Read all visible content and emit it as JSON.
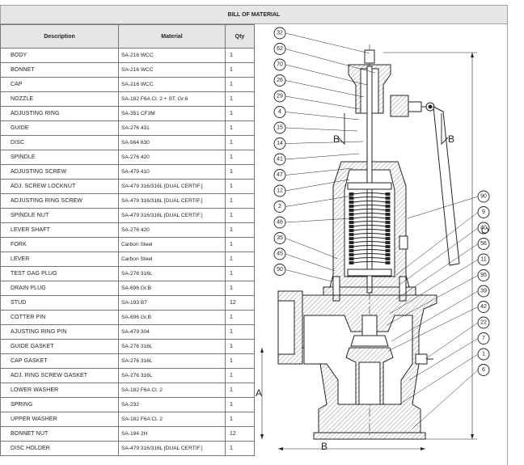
{
  "title": "BILL OF MATERIAL",
  "headers": {
    "description": "Description",
    "material": "Material",
    "qty": "Qty"
  },
  "rows": [
    {
      "description": "BODY",
      "material": "SA-216 WCC",
      "qty": "1"
    },
    {
      "description": "BONNET",
      "material": "SA-216 WCC",
      "qty": "1"
    },
    {
      "description": "CAP",
      "material": "SA-216 WCC",
      "qty": "1"
    },
    {
      "description": "NOZZLE",
      "material": "SA-182 F6A Cl. 2 + ST. Gr.6",
      "qty": "1"
    },
    {
      "description": "ADJUSTING RING",
      "material": "SA-351 CF3M",
      "qty": "1"
    },
    {
      "description": "GUIDE",
      "material": "SA-276 431",
      "qty": "1"
    },
    {
      "description": "DISC",
      "material": "SA-564 630",
      "qty": "1"
    },
    {
      "description": "SPINDLE",
      "material": "SA-276 420",
      "qty": "1"
    },
    {
      "description": "ADJUSTING SCREW",
      "material": "SA-479 410",
      "qty": "1"
    },
    {
      "description": "ADJ. SCREW LOCKNUT",
      "material": "SA-479 316/316L [DUAL CERTIF.]",
      "qty": "1"
    },
    {
      "description": "ADJUSTING RING SCREW",
      "material": "SA-479 316/316L [DUAL CERTIF.]",
      "qty": "1"
    },
    {
      "description": "SPINDLE NUT",
      "material": "SA-479 316/316L [DUAL CERTIF.]",
      "qty": "1"
    },
    {
      "description": "LEVER SHAFT",
      "material": "SA-276 420",
      "qty": "1"
    },
    {
      "description": "FORK",
      "material": "Carbon Steel",
      "qty": "1"
    },
    {
      "description": "LEVER",
      "material": "Carbon Steel",
      "qty": "1"
    },
    {
      "description": "TEST GAG PLUG",
      "material": "SA-276 316L",
      "qty": "1"
    },
    {
      "description": "DRAIN PLUG",
      "material": "SA-696 Gr.B",
      "qty": "1"
    },
    {
      "description": "STUD",
      "material": "SA-193 B7",
      "qty": "12"
    },
    {
      "description": "COTTER PIN",
      "material": "SA-696 Gr.B",
      "qty": "1"
    },
    {
      "description": "AJUSTING RING PIN",
      "material": "SA-479 304",
      "qty": "1"
    },
    {
      "description": "GUIDE GASKET",
      "material": "SA-276 316L",
      "qty": "1"
    },
    {
      "description": "CAP GASKET",
      "material": "SA-276 316L",
      "qty": "1"
    },
    {
      "description": "ADJ. RING SCREW GASKET",
      "material": "SA-276 316L",
      "qty": "1"
    },
    {
      "description": "LOWER WASHER",
      "material": "SA-182 F6A Cl. 2",
      "qty": "1"
    },
    {
      "description": "SPRING",
      "material": "SA-232",
      "qty": "1"
    },
    {
      "description": "UPPER WASHER",
      "material": "SA-182 F6A Cl. 2",
      "qty": "1"
    },
    {
      "description": "BONNET NUT",
      "material": "SA-194 2H",
      "qty": "12"
    },
    {
      "description": "DISC HOLDER",
      "material": "SA-479 316/316L [DUAL CERTIF.]",
      "qty": "1"
    }
  ],
  "drawing": {
    "balloons_left": [
      "32",
      "62",
      "70",
      "26",
      "29",
      "4",
      "15",
      "14",
      "41",
      "47",
      "12",
      "2",
      "46",
      "35",
      "45",
      "50"
    ],
    "balloons_right": [
      "90",
      "9",
      "40",
      "56",
      "11",
      "95",
      "39",
      "42",
      "22",
      "7",
      "1",
      "6"
    ],
    "dimensions": {
      "a": "A",
      "b": "B",
      "c": "C"
    },
    "section_marks": [
      "B",
      "B"
    ]
  }
}
